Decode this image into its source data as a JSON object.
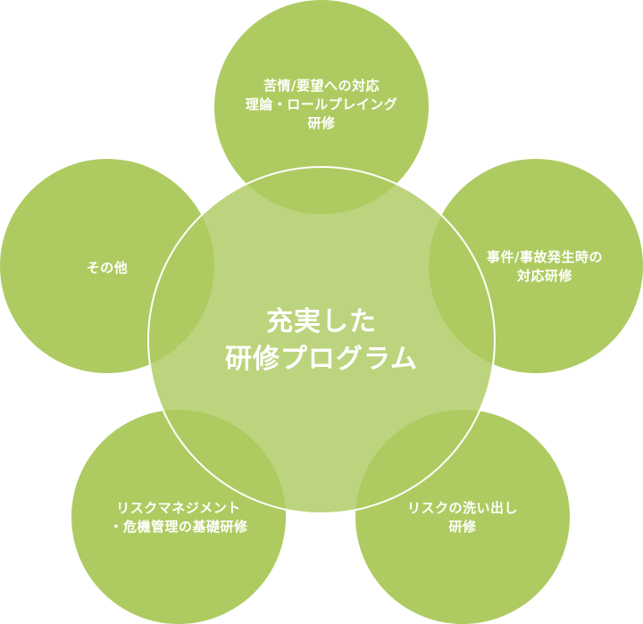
{
  "diagram": {
    "center": {
      "lines": [
        "充実した",
        "研修プログラム"
      ]
    },
    "nodes": [
      {
        "id": "complaint",
        "lines": [
          "苦情/要望への対応",
          "理論・ロールプレイング",
          "研修"
        ]
      },
      {
        "id": "incident",
        "lines": [
          "事件/事故発生時の",
          "対応研修"
        ]
      },
      {
        "id": "risk-review",
        "lines": [
          "リスクの洗い出し",
          "研修"
        ]
      },
      {
        "id": "risk-management",
        "lines": [
          "リスクマネジメント",
          "・危機管理の基礎研修"
        ]
      },
      {
        "id": "other",
        "lines": [
          "その他"
        ]
      }
    ]
  },
  "colors": {
    "circle_fill": "#aecb61",
    "text": "#ffffff",
    "center_border": "#ffffff"
  }
}
